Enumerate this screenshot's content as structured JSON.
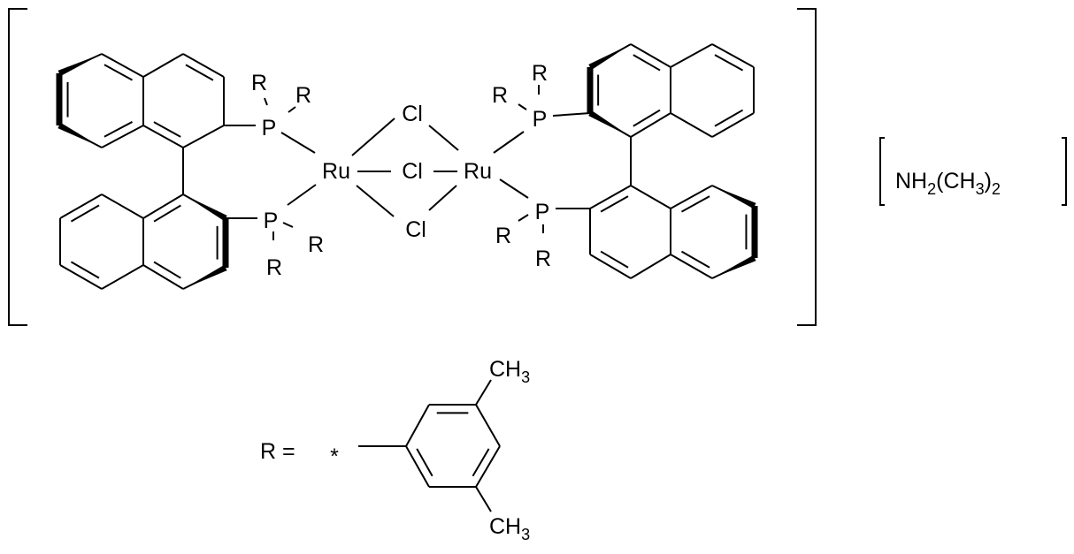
{
  "structure": {
    "complex": {
      "metal_left": "Ru",
      "metal_right": "Ru",
      "bridging_ligands": [
        "Cl",
        "Cl",
        "Cl"
      ],
      "phosphorus_labels": [
        "P",
        "P",
        "P",
        "P"
      ],
      "substituent_labels": [
        "R",
        "R",
        "R",
        "R",
        "R",
        "R",
        "R",
        "R"
      ]
    },
    "counterion": {
      "main": "NH",
      "sub1": "2",
      "mid": "(CH",
      "sub2": "3",
      "close": ")",
      "sub3": "2"
    },
    "r_definition": {
      "label": "R =",
      "attachment": "*",
      "methyl_main": "CH",
      "methyl_sub": "3"
    }
  }
}
